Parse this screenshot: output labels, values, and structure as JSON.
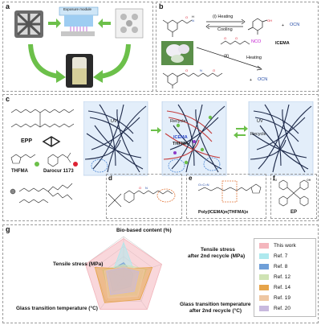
{
  "panel_a": {
    "label": "a",
    "exposure_label": "Exposure module"
  },
  "panel_b": {
    "label": "b",
    "step1": "(i)  Heating",
    "step1_reverse": "Cooling",
    "step2": "(ii)",
    "step2_condition": "Heating",
    "reagent": "ICEMA",
    "nco": "NCO",
    "ocn": "OCN"
  },
  "panel_c": {
    "label": "c",
    "epp": "EPP",
    "thfma": "THFMA",
    "darocur": "Darocur 1173",
    "uv": "UV",
    "recycle": "Recycle",
    "icema": "ICEMA",
    "thfma_arrow": "THFMA",
    "uv2": "UV",
    "recycle2": "Recycle"
  },
  "panel_d": {
    "label": "d"
  },
  "panel_e": {
    "label": "e",
    "caption": "Poly(ICEMA)n(THFMA)x"
  },
  "panel_f": {
    "label": "f",
    "caption": "EP"
  },
  "panel_g": {
    "label": "g",
    "axes": [
      "Bio-based content (%)",
      "Tensile stress after 2nd recycle (MPa)",
      "Glass transition temperature after 2nd recycle (°C)",
      "Glass transition temperature (°C)",
      "Tensile stress (MPa)"
    ],
    "axis_text": {
      "bio": "Bio-based content (%)",
      "ts2_l1": "Tensile stress",
      "ts2_l2": "after 2nd recycle (MPa)",
      "tg2_l1": "Glass transition temperature",
      "tg2_l2": "after 2nd recycle (°C)",
      "tg": "Glass transition temperature (°C)",
      "ts": "Tensile stress (MPa)"
    },
    "legend": [
      {
        "name": "This work",
        "color": "#f4b6bd"
      },
      {
        "name": "Ref. 7",
        "color": "#aee9ee"
      },
      {
        "name": "Ref. 8",
        "color": "#6f9fd8"
      },
      {
        "name": "Ref. 12",
        "color": "#cfe3b4"
      },
      {
        "name": "Ref. 14",
        "color": "#e6a44a"
      },
      {
        "name": "Ref. 19",
        "color": "#eec7a3"
      },
      {
        "name": "Ref. 20",
        "color": "#c8b9de"
      }
    ]
  }
}
